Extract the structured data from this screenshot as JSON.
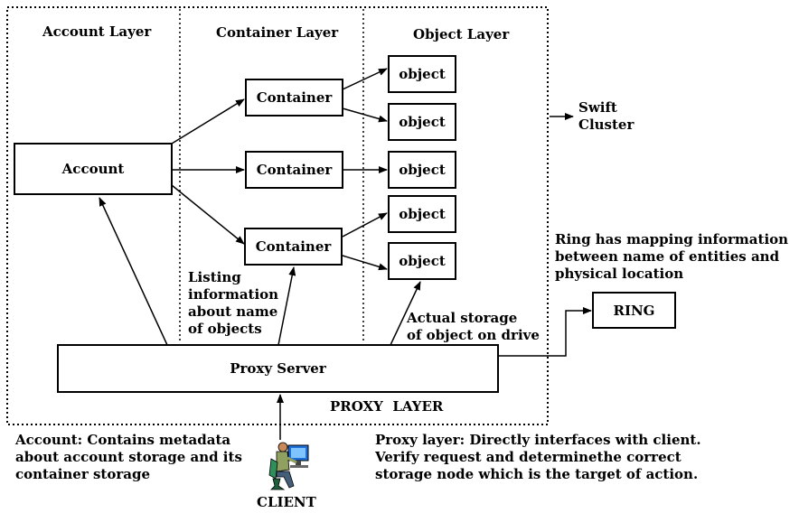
{
  "layers": {
    "account": "Account Layer",
    "container": "Container Layer",
    "object": "Object Layer",
    "proxy": "PROXY  LAYER"
  },
  "nodes": {
    "account": "Account",
    "container": "Container",
    "object": "object",
    "proxy_server": "Proxy Server",
    "ring": "RING",
    "client": "CLIENT"
  },
  "labels": {
    "swift_cluster": [
      "Swift",
      "Cluster"
    ],
    "listing": [
      "Listing",
      "information",
      "about name",
      "of objects"
    ],
    "actual_storage": [
      "Actual storage",
      "of object on drive"
    ],
    "ring_note": [
      "Ring has mapping information",
      "between name of entities and",
      "physical location"
    ],
    "account_note": [
      "Account: Contains metadata",
      "about account storage and its",
      "container storage"
    ],
    "proxy_note": [
      "Proxy layer: Directly interfaces with client.",
      "Verify request and determinethe correct",
      "storage node which is the target of action."
    ]
  },
  "icons": {
    "client": "person-at-computer-icon"
  }
}
